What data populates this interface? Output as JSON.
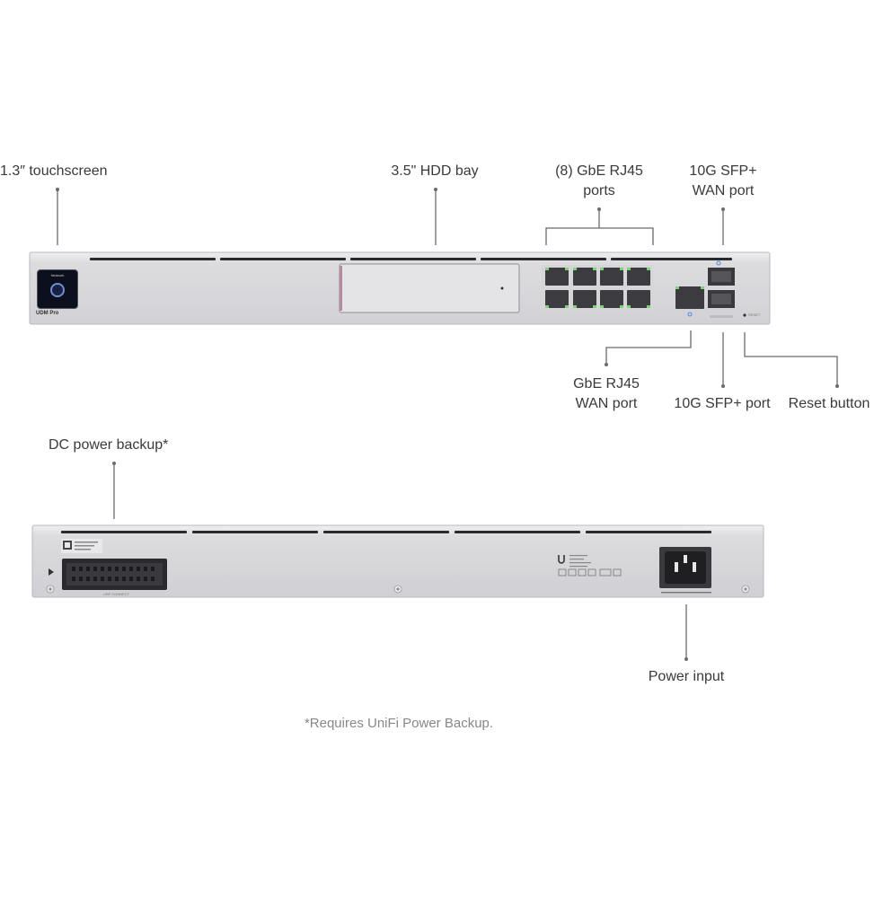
{
  "callouts": {
    "touchscreen": "1.3″ touchscreen",
    "hdd_bay": "3.5\" HDD bay",
    "gbe_ports_line1": "(8) GbE RJ45",
    "gbe_ports_line2": "ports",
    "sfp_wan_line1": "10G SFP+",
    "sfp_wan_line2": "WAN port",
    "gbe_wan_line1": "GbE RJ45",
    "gbe_wan_line2": "WAN port",
    "sfp_port": "10G SFP+ port",
    "reset_button": "Reset button",
    "dc_power_backup": "DC power backup*",
    "power_input": "Power input"
  },
  "device_text": {
    "front_brand": "UDM Pro",
    "screen_text": "Network",
    "reset_text": "RESET",
    "dc_connector_text": "USP CONNECT"
  },
  "footnote": "*Requires UniFi Power Backup.",
  "colors": {
    "chassis": "#dcdcdf",
    "chassis_edge": "#b9b9bd",
    "port": "#3c3c40",
    "led_green": "#7fd47a",
    "line": "#6b6b6b",
    "accent_blue": "#2f6fe0"
  }
}
